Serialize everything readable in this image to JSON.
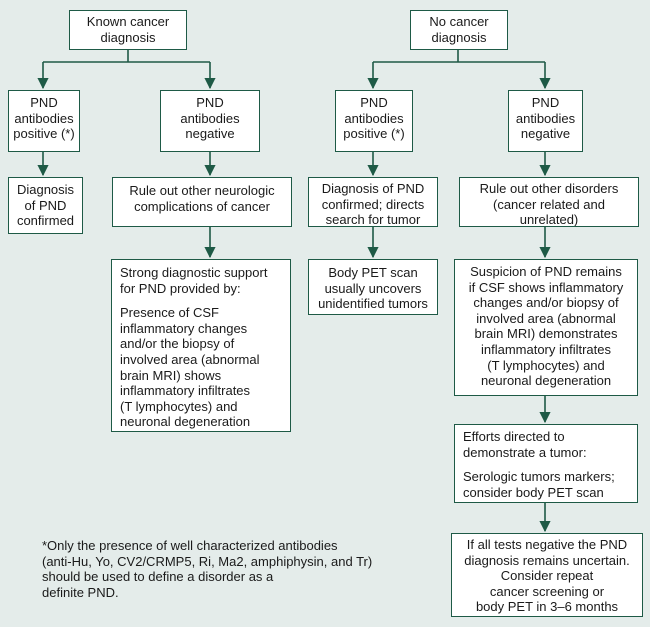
{
  "colors": {
    "line": "#1e5a46",
    "background": "#e4ecea",
    "box": "#ffffff"
  },
  "left": {
    "root": "Known cancer\ndiagnosis",
    "ab_pos": "PND\nantibodies\npositive (*)",
    "ab_neg": "PND\nantibodies\nnegative",
    "confirmed": "Diagnosis\nof PND\nconfirmed",
    "rule_out": "Rule out other neurologic\ncomplications of cancer",
    "support_head": "Strong diagnostic support\nfor PND provided by:",
    "support_body": "Presence of CSF\ninflammatory changes\nand/or the biopsy of\ninvolved area (abnormal\nbrain MRI) shows\ninflammatory infiltrates\n(T lymphocytes) and\nneuronal degeneration"
  },
  "right": {
    "root": "No cancer\ndiagnosis",
    "ab_pos": "PND\nantibodies\npositive (*)",
    "ab_neg": "PND\nantibodies\nnegative",
    "confirmed": "Diagnosis of PND\nconfirmed; directs\nsearch for tumor",
    "pet": "Body PET scan\nusually uncovers\nunidentified tumors",
    "rule_out": "Rule out other disorders\n(cancer related and\nunrelated)",
    "suspicion": "Suspicion of PND remains\nif CSF shows inflammatory\nchanges and/or biopsy of\ninvolved area (abnormal\nbrain MRI) demonstrates\ninflammatory infiltrates\n(T lymphocytes) and\nneuronal degeneration",
    "efforts_head": "Efforts directed to\ndemonstrate a tumor:",
    "efforts_body": "Serologic tumors markers;\nconsider body PET scan",
    "final": "If all tests negative the PND\ndiagnosis remains uncertain.\nConsider repeat\ncancer screening or\nbody PET in 3–6 months"
  },
  "footnote": "*Only the presence of well characterized antibodies\n (anti-Hu, Yo, CV2/CRMP5, Ri, Ma2, amphiphysin, and Tr)\n should be used to define a disorder as a\n definite PND."
}
